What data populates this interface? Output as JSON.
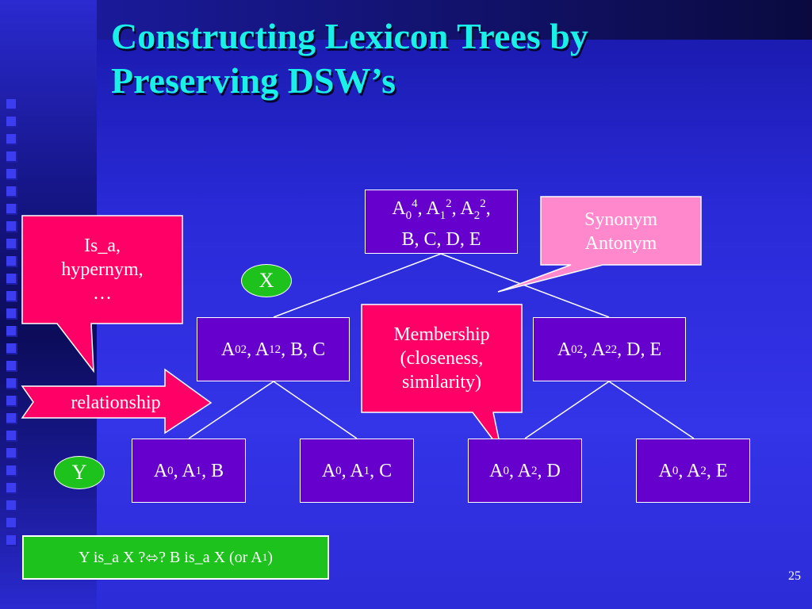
{
  "slide": {
    "title_line1": "Constructing Lexicon Trees by",
    "title_line2": "Preserving DSW’s",
    "page_number": "25"
  },
  "tree": {
    "root": {
      "line1_parts": [
        "A",
        "0",
        "4",
        ", A",
        "1",
        "2",
        ", A",
        "2",
        "2",
        ","
      ],
      "line2": "B, C, D, E"
    },
    "left_child": {
      "parts": [
        "A",
        "0",
        "2",
        ", A",
        "1",
        "2",
        ", B, C"
      ]
    },
    "right_child": {
      "parts": [
        "A",
        "0",
        "2",
        ", A",
        "2",
        "2",
        ", D, E"
      ]
    },
    "leaves": [
      {
        "parts": [
          "A",
          "0",
          ", A",
          "1",
          ", B"
        ]
      },
      {
        "parts": [
          "A",
          "0",
          ", A",
          "1",
          ", C"
        ]
      },
      {
        "parts": [
          "A",
          "0",
          ", A",
          "2",
          ", D"
        ]
      },
      {
        "parts": [
          "A",
          "0",
          ", A",
          "2",
          ", E"
        ]
      }
    ]
  },
  "callouts": {
    "isa": {
      "line1": "Is_a,",
      "line2": "hypernym,",
      "line3": "…"
    },
    "synonym": {
      "line1": "Synonym",
      "line2": "Antonym"
    },
    "membership": {
      "line1": "Membership",
      "line2": "(closeness,",
      "line3": "similarity)"
    },
    "relationship": "relationship"
  },
  "labels": {
    "x": "X",
    "y": "Y"
  },
  "formula": {
    "before": "Y is_a X ?",
    "arrow": "⬄",
    "after": "? B is_a X (or A",
    "sub": "1",
    "close": ")"
  },
  "colors": {
    "title": "#19f0e8",
    "node_fill": "#6600cc",
    "callout_red": "#ff0066",
    "callout_pink": "#ff88cc",
    "oval_green": "#1dc21d"
  }
}
